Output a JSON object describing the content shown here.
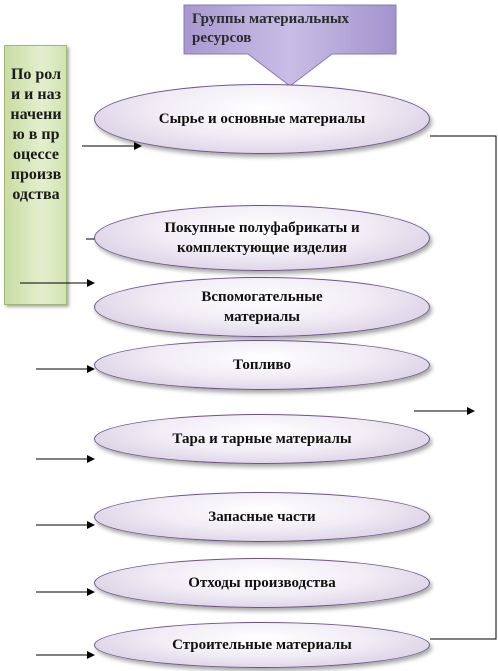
{
  "title": "Группы материальных ресурсов",
  "side_label": "По роли и назначению в процессе производства",
  "nodes": [
    {
      "label": "Сырье и основные материалы"
    },
    {
      "label": "Покупные полуфабрикаты и комплектующие изделия"
    },
    {
      "label": "Вспомогательные материалы"
    },
    {
      "label": "Топливо"
    },
    {
      "label": "Тара и тарные материалы"
    },
    {
      "label": "Запасные части"
    },
    {
      "label": "Отходы производства"
    },
    {
      "label": "Строительные материалы"
    }
  ],
  "colors": {
    "title_arrow_fill": "#b5a6d8",
    "side_box_fill": "#dcebc4",
    "node_border": "#6c5688"
  }
}
